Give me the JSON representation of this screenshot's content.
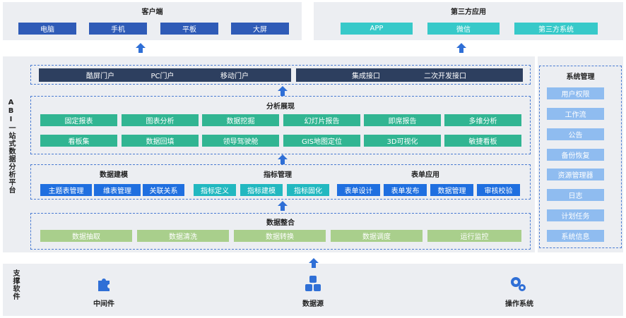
{
  "client": {
    "title": "客户端",
    "items": [
      "电脑",
      "手机",
      "平板",
      "大屏"
    ]
  },
  "third_party": {
    "title": "第三方应用",
    "items": [
      "APP",
      "微信",
      "第三方系统"
    ]
  },
  "platform_label": "ABI一站式数据分析平台",
  "portal": {
    "left": [
      "酷屏门户",
      "PC门户",
      "移动门户"
    ],
    "right": [
      "集成接口",
      "二次开发接口"
    ]
  },
  "analysis": {
    "title": "分析展现",
    "row1": [
      "固定报表",
      "图表分析",
      "数据挖掘",
      "幻灯片报告",
      "即席报告",
      "多维分析"
    ],
    "row2": [
      "看板集",
      "数据回填",
      "领导驾驶舱",
      "GIS地图定位",
      "3D可视化",
      "敏捷看板"
    ]
  },
  "modeling": {
    "title": "数据建模",
    "items": [
      "主题表管理",
      "维表管理",
      "关联关系"
    ]
  },
  "metrics": {
    "title": "指标管理",
    "items": [
      "指标定义",
      "指标建模",
      "指标固化"
    ]
  },
  "forms": {
    "title": "表单应用",
    "items": [
      "表单设计",
      "表单发布",
      "数据管理",
      "审核校验"
    ]
  },
  "integration": {
    "title": "数据整合",
    "items": [
      "数据抽取",
      "数据清洗",
      "数据转换",
      "数据调度",
      "运行监控"
    ]
  },
  "system": {
    "title": "系统管理",
    "items": [
      "用户权限",
      "工作流",
      "公告",
      "备份恢复",
      "资源管理器",
      "日志",
      "计划任务",
      "系统信息"
    ]
  },
  "support": {
    "label": "支撑软件",
    "items": [
      {
        "name": "中间件",
        "icon": "puzzle-icon"
      },
      {
        "name": "数据源",
        "icon": "cubes-icon"
      },
      {
        "name": "操作系统",
        "icon": "gears-icon"
      }
    ]
  },
  "colors": {
    "client_button": "#2f5bb7",
    "third_party_button": "#37c9c9",
    "portal": "#2d3f5f",
    "analysis": "#31b592",
    "modeling": "#1f6fe0",
    "metrics": "#22b8c0",
    "integration": "#a9cf8c",
    "system": "#8fbcf0",
    "arrow": "#2f6fd6"
  }
}
